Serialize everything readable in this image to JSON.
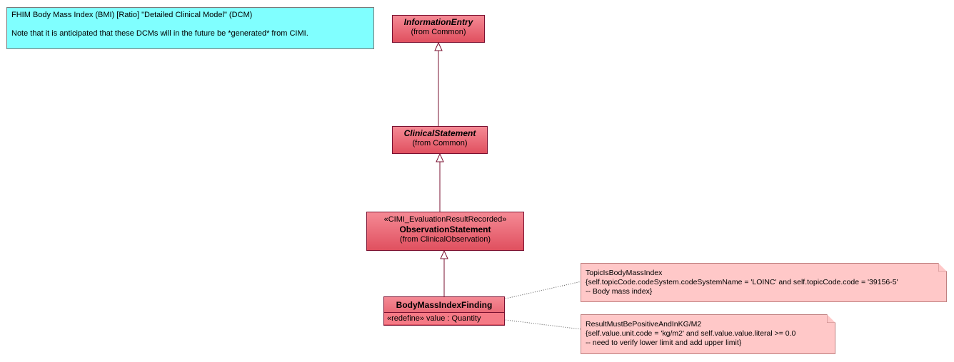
{
  "notes": {
    "main": {
      "title": "FHIM Body Mass Index (BMI) [Ratio] \"Detailed Clinical Model\" (DCM)",
      "body": "Note that it is anticipated that these DCMs will in the future be *generated* from CIMI."
    },
    "topic_constraint": {
      "name": "TopicIsBodyMassIndex",
      "expr": "{self.topicCode.codeSystem.codeSystemName = 'LOINC' and self.topicCode.code = '39156-5'",
      "comment": "-- Body mass index}"
    },
    "result_constraint": {
      "name": "ResultMustBePositiveAndInKG/M2",
      "expr": "{self.value.unit.code = 'kg/m2' and self.value.value.literal >= 0.0",
      "comment": "-- need to verify lower limit and add upper limit}"
    }
  },
  "classes": {
    "information_entry": {
      "name": "InformationEntry",
      "from": "(from Common)"
    },
    "clinical_statement": {
      "name": "ClinicalStatement",
      "from": "(from Common)"
    },
    "observation_statement": {
      "stereotype": "«CIMI_EvaluationResultRecorded»",
      "name": "ObservationStatement",
      "from": "(from ClinicalObservation)"
    },
    "bmi_finding": {
      "name": "BodyMassIndexFinding",
      "attribute": "«redefine» value : Quantity"
    }
  },
  "colors": {
    "class_fill_top": "#f58a95",
    "class_fill_bottom": "#e0505f",
    "class_border": "#7a1030",
    "note_cyan": "#80ffff",
    "note_pink": "#ffc8c8"
  }
}
